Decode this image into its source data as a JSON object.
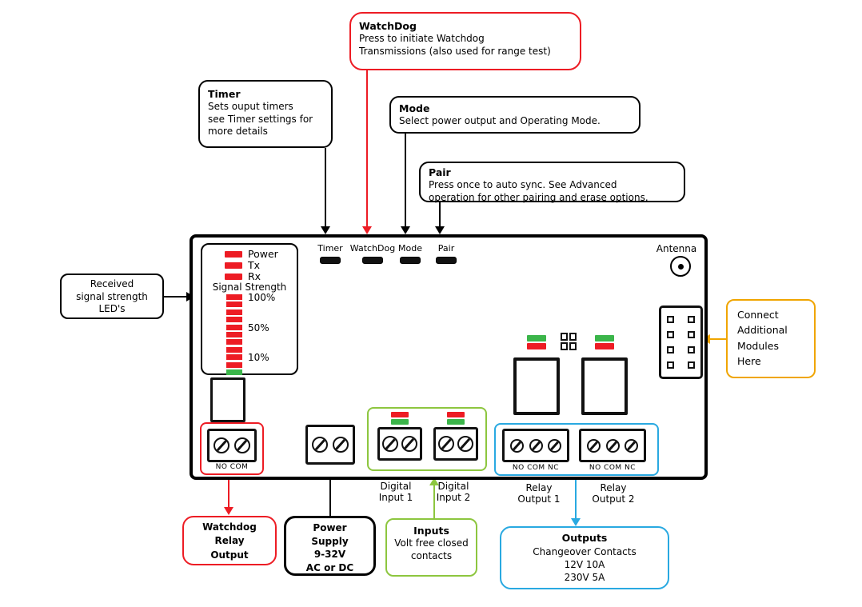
{
  "colors": {
    "red": "#ed1c24",
    "green": "#8dc63f",
    "blue": "#29a9e1",
    "yellow": "#f0a500",
    "led_red": "#ed1c24",
    "led_green": "#3bb54a"
  },
  "callouts": {
    "watchdog": {
      "title": "WatchDog",
      "body": "Press to initiate Watchdog\nTransmissions (also used for range test)"
    },
    "timer": {
      "title": "Timer",
      "body": "Sets ouput timers\nsee Timer settings for\nmore details"
    },
    "mode": {
      "title": "Mode",
      "body": "Select power output and Operating Mode."
    },
    "pair": {
      "title": "Pair",
      "body": "Press once to auto sync. See Advanced\noperation for other pairing and erase options."
    },
    "received_signal": {
      "body": "Received\nsignal strength\nLED's"
    },
    "connect_modules": {
      "body": "Connect\nAdditional\nModules\nHere"
    },
    "watchdog_relay": {
      "body": "Watchdog\nRelay\nOutput"
    },
    "power_supply": {
      "body": "Power\nSupply\n9-32V\nAC or DC"
    },
    "inputs": {
      "title": "Inputs",
      "body": "Volt free closed\ncontacts"
    },
    "outputs": {
      "title": "Outputs",
      "body": "Changeover Contacts\n12V 10A\n230V 5A"
    }
  },
  "board": {
    "status_leds": [
      "Power",
      "Tx",
      "Rx"
    ],
    "signal_strength_label": "Signal Strength",
    "signal_ticks": [
      "100%",
      "50%",
      "10%"
    ],
    "buttons": [
      "Timer",
      "WatchDog",
      "Mode",
      "Pair"
    ],
    "antenna_label": "Antenna",
    "terminal_labels": {
      "watchdog": "NO COM",
      "relay1": "NO COM NC",
      "relay2": "NO COM NC"
    },
    "port_labels": {
      "digital_input_1": "Digital\nInput 1",
      "digital_input_2": "Digital\nInput 2",
      "relay_output_1": "Relay\nOutput 1",
      "relay_output_2": "Relay\nOutput 2"
    }
  }
}
